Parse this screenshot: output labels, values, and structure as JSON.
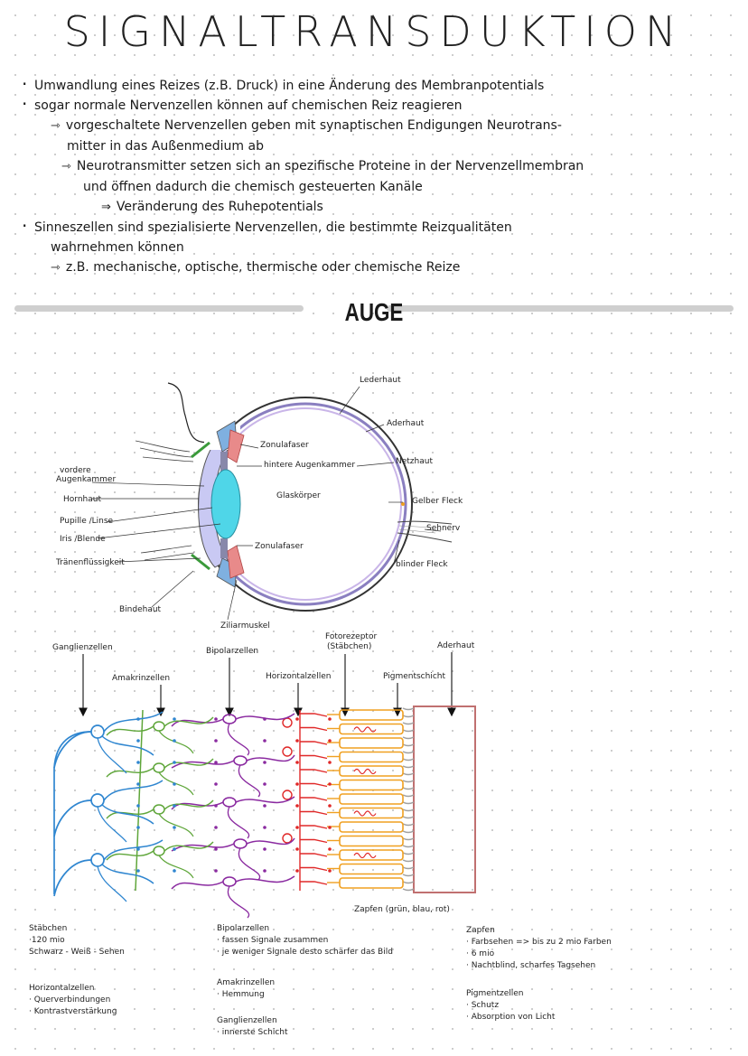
{
  "title": "SIGNALTRANSDUKTION",
  "bullets": [
    "Umwandlung eines Reizes (z.B. Druck) in eine Änderung des Membranpotentials",
    "sogar normale Nervenzellen können auf chemischen Reiz reagieren",
    "vorgeschaltete Nervenzellen geben mit synaptischen Endigungen Neurotrans-",
    "mitter in das Außenmedium ab",
    "Neurotransmitter setzen sich an spezifische Proteine in der Nervenzellmembran",
    "und öffnen dadurch die chemisch gesteuerten Kanäle",
    "Veränderung des Ruhepotentials",
    "Sinneszellen sind spezialisierte Nervenzellen, die bestimmte Reizqualitäten",
    "wahrnehmen können",
    "z.B. mechanische, optische, thermische oder chemische Reize"
  ],
  "section_title": "AUGE",
  "eye_labels": {
    "lederhaut": "Lederhaut",
    "aderhaut": "Aderhaut",
    "zonulafaser_top": "Zonulafaser",
    "hintere_augenkammer": "hintere Augenkammer",
    "netzhaut": "Netzhaut",
    "vordere_augenkammer_1": "vordere",
    "vordere_augenkammer_2": "Augenkammer",
    "glaskoerper": "Glaskörper",
    "hornhaut": "Hornhaut",
    "gelber_fleck": "Gelber Fleck",
    "pupille_linse": "Pupille /Linse",
    "sehnerv": "Sehnerv",
    "iris_blende": "Iris /Blende",
    "zonulafaser_bottom": "Zonulafaser",
    "traenenfluessigkeit": "Tränenflüssigkeit",
    "blinder_fleck": "blinder Fleck",
    "bindehaut": "Bindehaut",
    "ziliarmuskel": "Ziliarmuskel"
  },
  "retina_labels": {
    "ganglienzellen": "Ganglienzellen",
    "bipolarzellen": "Bipolarzellen",
    "fotorezeptor_1": "Fotorezeptor",
    "fotorezeptor_2": "(Stäbchen)",
    "aderhaut": "Aderhaut",
    "amakrinzellen": "Amakrinzellen",
    "horizontalzellen": "Horizontalzellen",
    "pigmentschicht": "Pigmentschicht",
    "zapfen": "Zapfen (grün, blau, rot)"
  },
  "notes": {
    "staebchen": [
      "Stäbchen",
      "·120 mio",
      "Schwarz - Weiß - Sehen"
    ],
    "bipolar": [
      "Bipolarzellen",
      "· fassen Signale zusammen",
      "· je weniger Signale desto schärfer das Bild"
    ],
    "zapfen": [
      "Zapfen",
      "· Farbsehen => bis zu 2 mio Farben",
      "· 6 mio",
      "· Nachtblind, scharfes Tagsehen"
    ],
    "horizontal": [
      "Horizontalzellen",
      "· Querverbindungen",
      "· Kontrastverstärkung"
    ],
    "amakrin": [
      "Amakrinzellen",
      "· Hemmung"
    ],
    "pigment": [
      "Pigmentzellen",
      "· Schutz",
      "· Absorption von Licht"
    ],
    "ganglien": [
      "Ganglienzellen",
      "· innerste Schicht"
    ]
  },
  "colors": {
    "ganglion": "#2f86d0",
    "amakrin": "#5fa63a",
    "bipolar": "#8a2aa0",
    "horizontal": "#e02828",
    "cone": "#f0a020",
    "pigment": "#a0a0a0",
    "choroid": "#c07070",
    "lens": "#4fd6e8"
  }
}
